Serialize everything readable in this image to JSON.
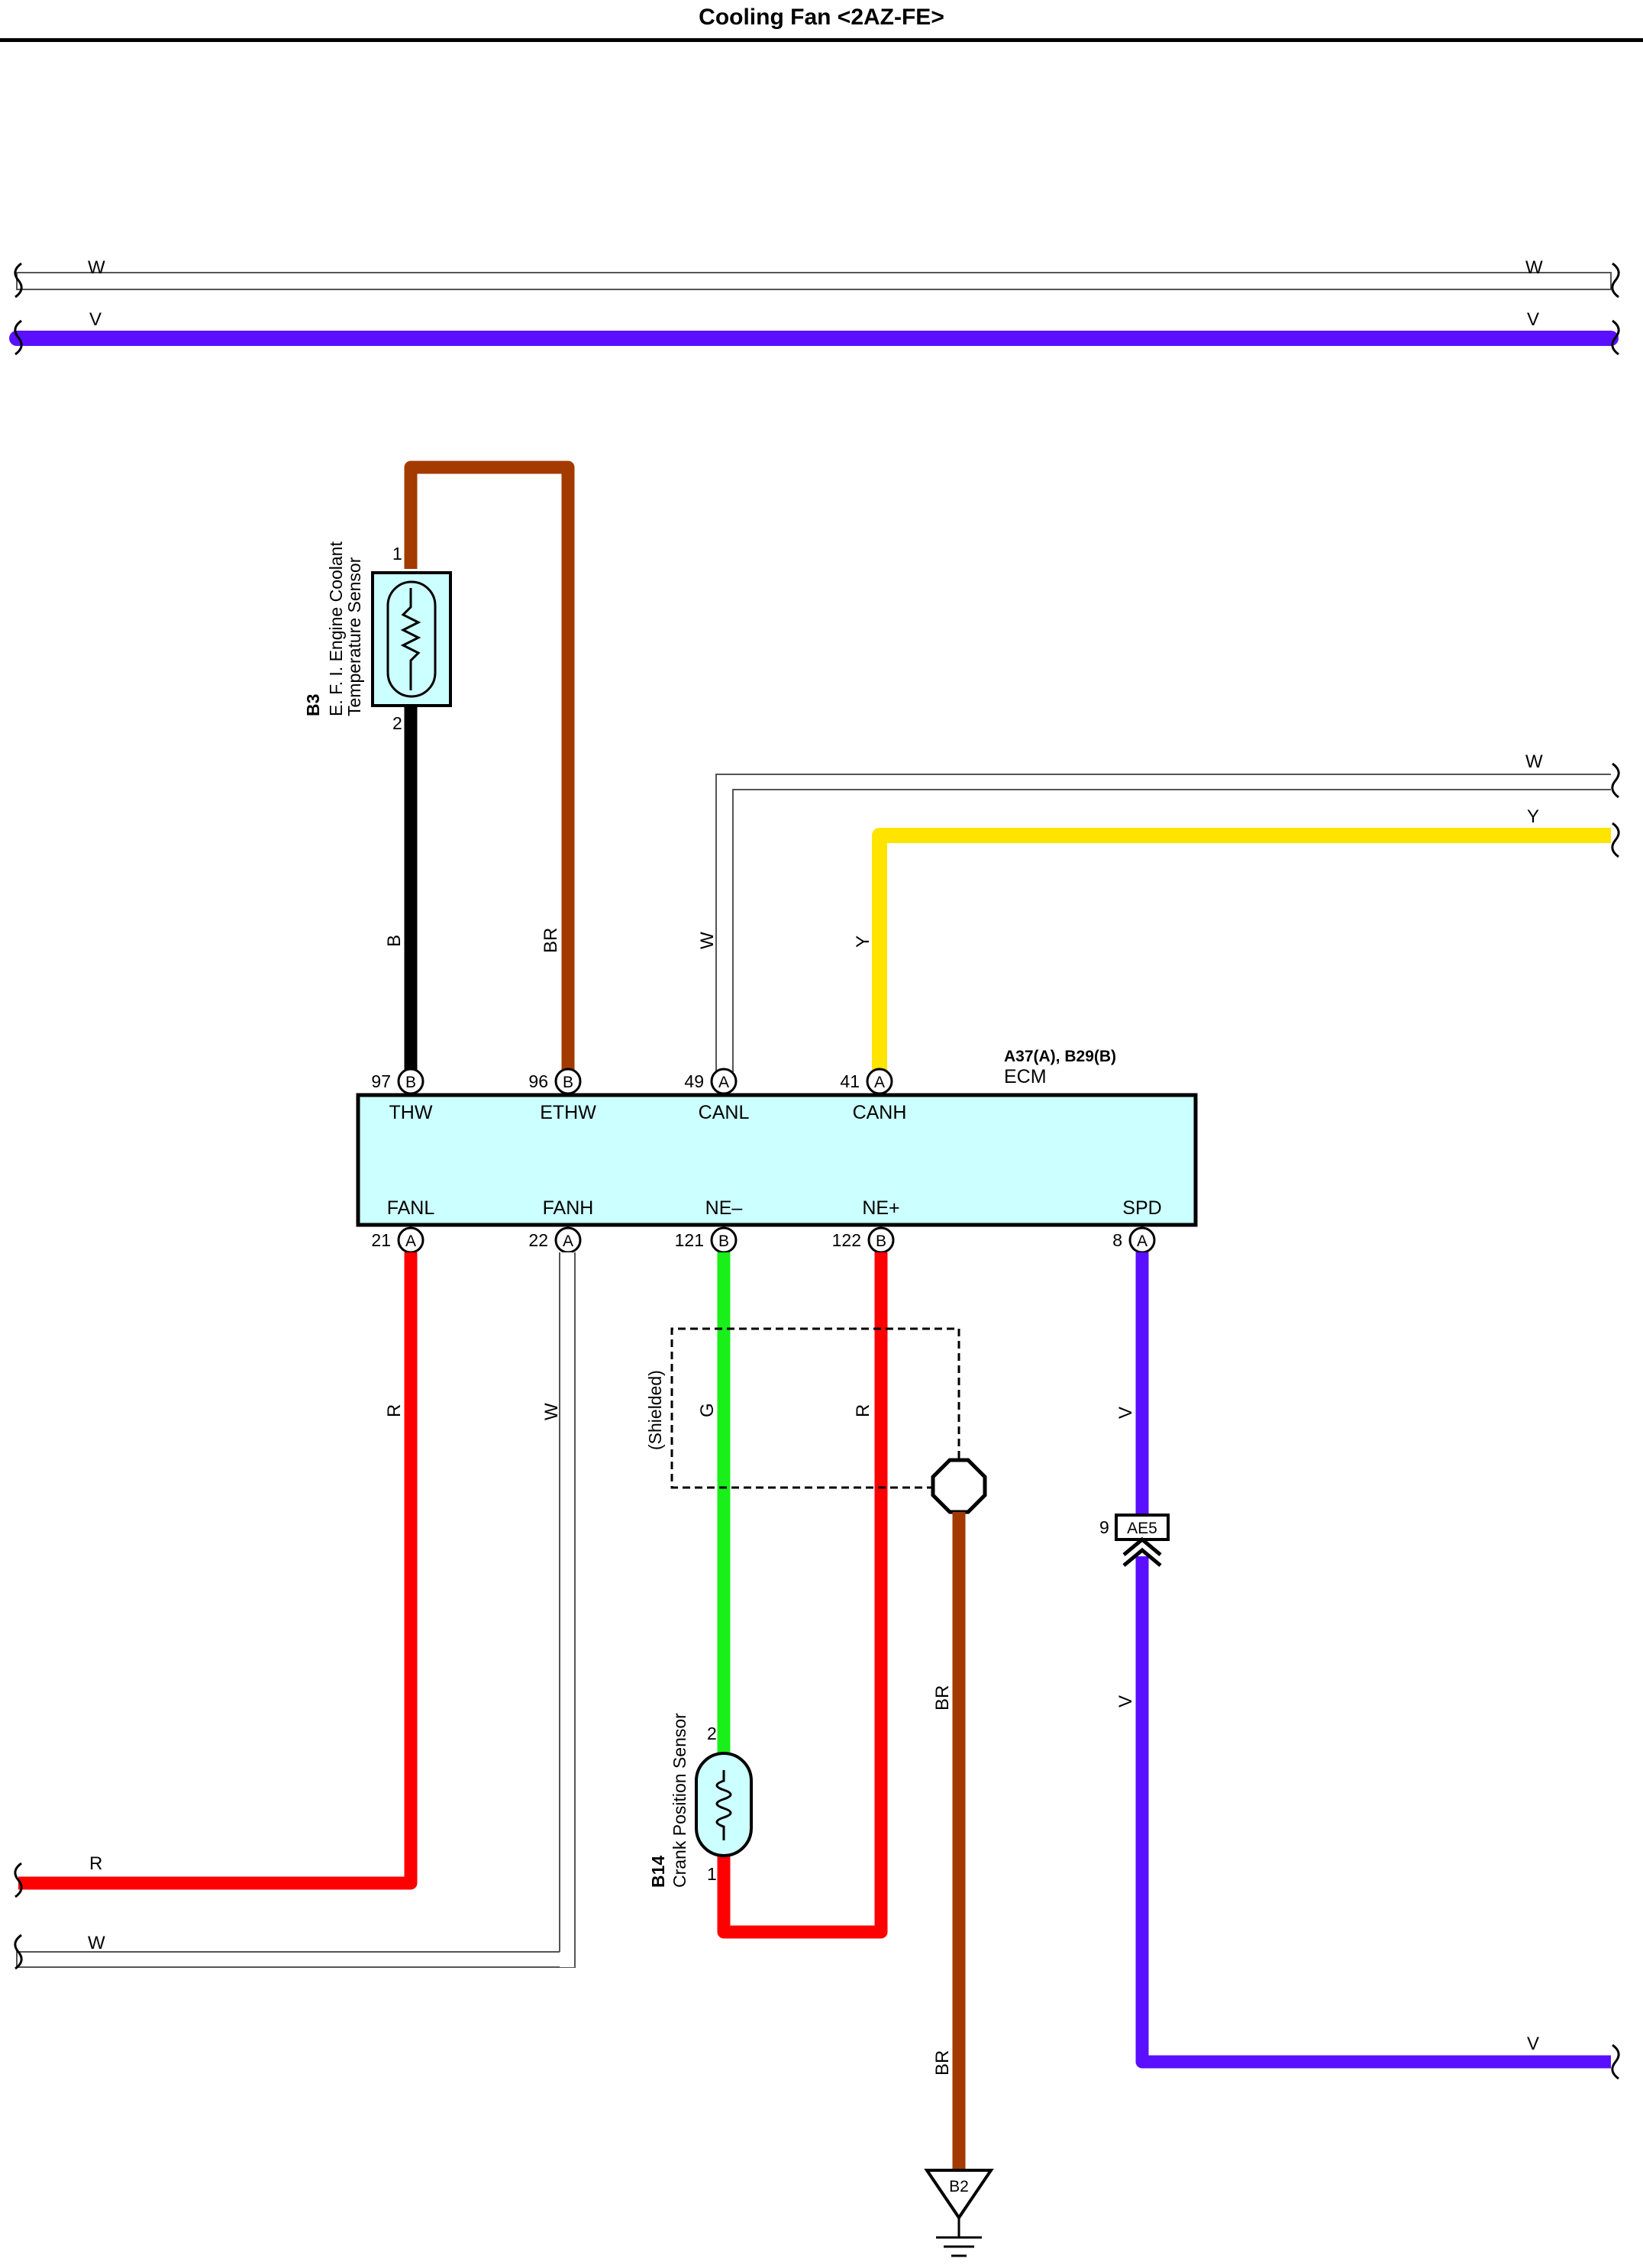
{
  "title": "Cooling Fan <2AZ-FE>",
  "colors": {
    "W": "#ffffff",
    "V": "#5a10ff",
    "BR": "#a33a00",
    "B": "#000000",
    "Y": "#ffe400",
    "R": "#ff0000",
    "G": "#19f019",
    "component_fill": "#ccffff"
  },
  "wire_labels": {
    "top_w_left": "W",
    "top_w_right": "W",
    "top_v_left": "V",
    "top_v_right": "V",
    "b": "B",
    "br_sensor": "BR",
    "w_canl": "W",
    "y_canh": "Y",
    "w_right_top": "W",
    "y_right": "Y",
    "r_fanl": "R",
    "w_fanh": "W",
    "g_ne": "G",
    "r_ne": "R",
    "v_spd_upper": "V",
    "v_spd_lower": "V",
    "br_ground_upper": "BR",
    "br_ground_lower": "BR",
    "r_bottom_left": "R",
    "w_bottom_left": "W",
    "v_bottom_right": "V"
  },
  "coolant_sensor": {
    "code": "B3",
    "line1": "E. F. I.  Engine Coolant",
    "line2": "Temperature Sensor",
    "pin_top": "1",
    "pin_bottom": "2"
  },
  "ecm": {
    "connector": "A37(A), B29(B)",
    "name": "ECM",
    "top_pins": [
      {
        "num": "97",
        "conn": "B",
        "term": "THW"
      },
      {
        "num": "96",
        "conn": "B",
        "term": "ETHW"
      },
      {
        "num": "49",
        "conn": "A",
        "term": "CANL"
      },
      {
        "num": "41",
        "conn": "A",
        "term": "CANH"
      }
    ],
    "bottom_pins": [
      {
        "num": "21",
        "conn": "A",
        "term": "FANL"
      },
      {
        "num": "22",
        "conn": "A",
        "term": "FANH"
      },
      {
        "num": "121",
        "conn": "B",
        "term": "NE–"
      },
      {
        "num": "122",
        "conn": "B",
        "term": "NE+"
      },
      {
        "num": "8",
        "conn": "A",
        "term": "SPD"
      }
    ]
  },
  "shield": {
    "label": "(Shielded)"
  },
  "junction_connector": {
    "pin": "9",
    "code": "AE5"
  },
  "crank_sensor": {
    "code": "B14",
    "name": "Crank Position Sensor",
    "pin_top": "2",
    "pin_bottom": "1"
  },
  "ground": {
    "code": "B2"
  }
}
